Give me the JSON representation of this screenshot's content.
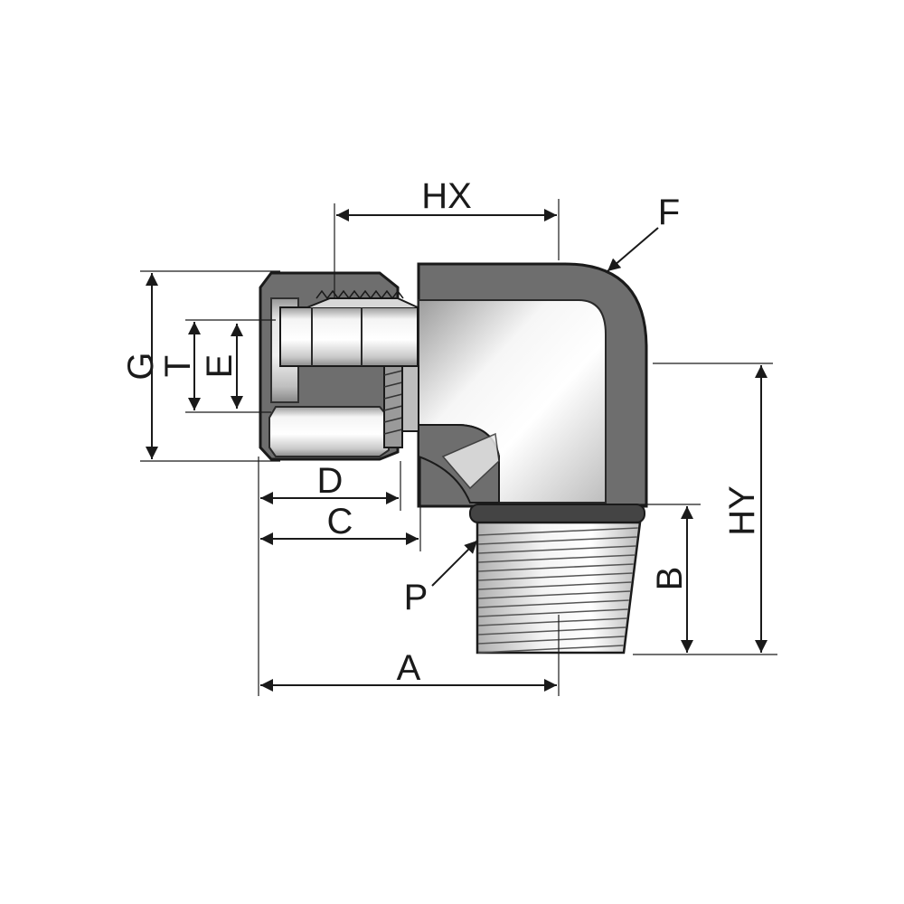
{
  "drawing": {
    "subject": "90° elbow compression tube fitting with male pipe thread"
  },
  "dimensions": {
    "hx": "HX",
    "f": "F",
    "g": "G",
    "t": "T",
    "e": "E",
    "d": "D",
    "c": "C",
    "p": "P",
    "b": "B",
    "hy": "HY",
    "a": "A"
  },
  "colors": {
    "body_dark": "#6e6e6e",
    "metal_light": "#f2f2f2",
    "metal_mid": "#bdbdbd",
    "line": "#1a1a1a"
  }
}
